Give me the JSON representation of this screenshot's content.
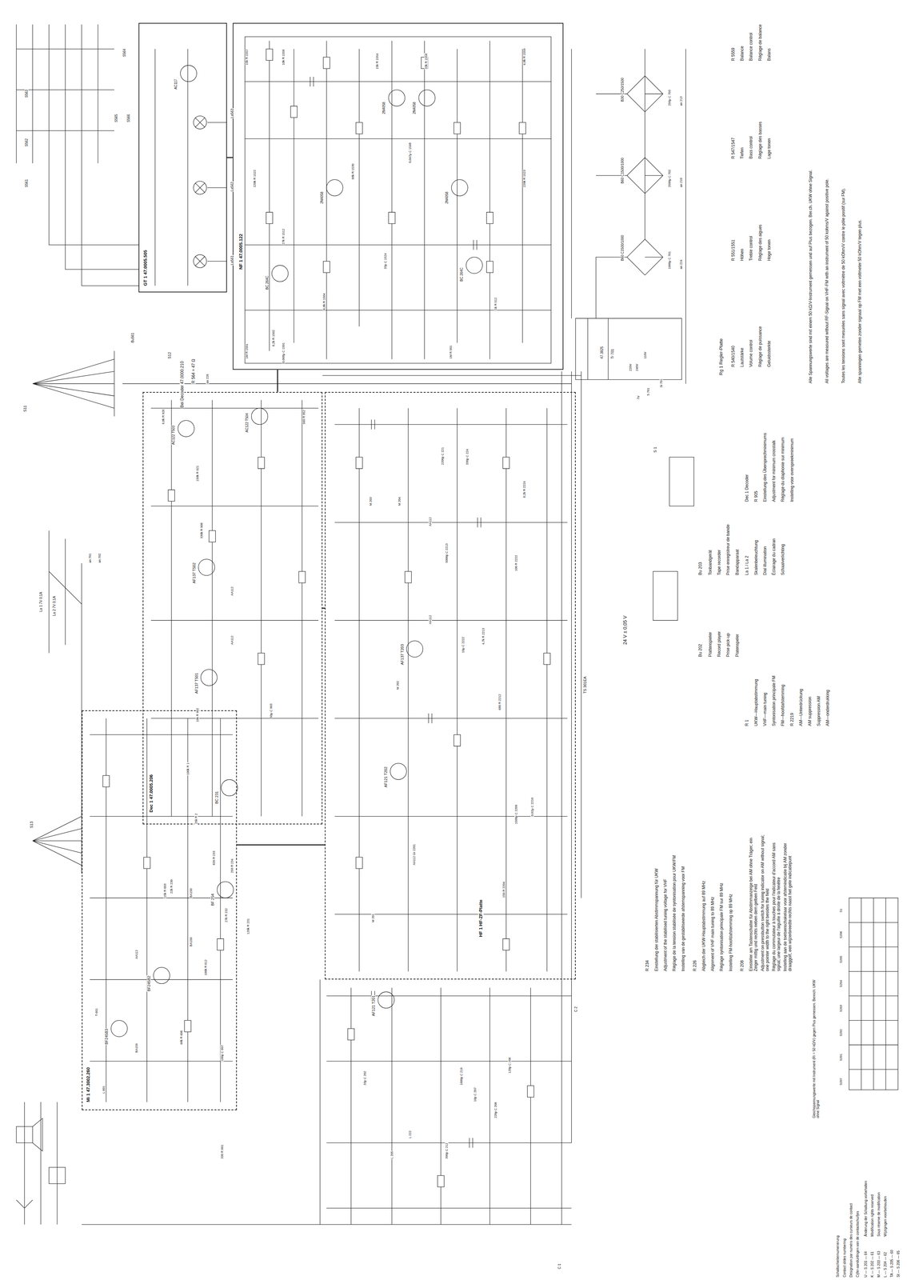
{
  "diagram": {
    "nodes": [
      {
        "text": [
          "NF 1 47.0005.122"
        ]
      },
      {
        "text": [
          "GT 1 47.0005.505"
        ]
      },
      {
        "text": [
          "Dec 1 47.0005.206"
        ]
      },
      {
        "text": [
          "HF 1 HF-ZF-Platte"
        ]
      },
      {
        "text": [
          "Mi 1 47.3002.260"
        ]
      }
    ],
    "edges": [
      {
        "from": 2,
        "to": 0,
        "arrow": "none"
      },
      {
        "from": 3,
        "to": 2,
        "arrow": "none"
      },
      {
        "from": 4,
        "to": 3,
        "arrow": "none"
      },
      {
        "from": 1,
        "to": 0,
        "arrow": "none"
      }
    ],
    "labels": [
      "S561",
      "S562",
      "S563",
      "S564",
      "S565",
      "S566",
      "AC117",
      "La561",
      "La562",
      "La563",
      "Bu561",
      "S12",
      "Bei Decoder 47.0000.210",
      "R 564 = 47 Ω",
      "S11",
      "an 226",
      "La 1 7V 0,1A",
      "La 2 7V 0,1A",
      "an 701",
      "an 702",
      "S13",
      "AC122 T503",
      "AC122 T504",
      "6,8k R 926",
      "150k R 921",
      "330k R 908",
      "AF137 T502",
      "AF137 T501",
      "AA112",
      "AA112",
      "10k R 902",
      "50μ C 903",
      "560 R 952",
      "BC 231",
      "22k R 230",
      "25k R 2",
      "100k R 1",
      "820 R 233",
      "250 R 234",
      "27k R 232",
      "120k R 231",
      "BF 254",
      "BF245B3",
      "T 601",
      "BF245B2",
      "AA112",
      "BA150",
      "BA150",
      "BA159",
      "L 601",
      "15k R 603",
      "100k R 612",
      "68k R 606",
      "100p C 607",
      "330 R 601",
      "AF121 T202",
      "AF137 T203",
      "AA112",
      "AA112",
      "AA112 Gr 2201",
      "M 201",
      "M 202",
      "M 203",
      "M 204",
      "2200p C 221",
      "330p C 224",
      "1500p C 2209",
      "0,02μ C 2210",
      "680 R 2212",
      "150 R 2204",
      "4,7k R 2213",
      "10μ C 2222",
      "5000p C 2213",
      "100 R 2222",
      "8,2k R 2224",
      "TS 301EA",
      "24 V ± 0,05 V",
      "AF121 T201",
      "L 222",
      "L 205",
      "C 1",
      "C 2",
      "390p C 212",
      "1000p C 219",
      "33p C 202",
      "220p C 208",
      "10p C 207",
      "120p C 206",
      "2N4058",
      "2N4058",
      "2N4058",
      "2N4058",
      "BC 264C",
      "BC 264C",
      "1M R 1501",
      "1M R 501",
      "8,2k R 1502",
      "0,068μ C 1501",
      "15k R 1557",
      "10k R 1556",
      "220k R 1522",
      "68k R 1530",
      "15k R 1554",
      "33k R 1558",
      "6,8k R 1559",
      "220k R 1523",
      "27k R 1512",
      "1k R 512",
      "6,8k R 1504",
      "33p C 1524",
      "0,047μ C 1548",
      "B60 C1500/1000",
      "B60 C1500/1000",
      "B30 C250/1500",
      "47.3825",
      "Tr 701",
      "220V",
      "240V",
      "110V",
      "7V",
      "S 701",
      "Si 701",
      "S 1",
      "an 224",
      "an 210",
      "an 213",
      "1000μ C 701",
      "2500μ C 702",
      "250μ C 703",
      "Rg 1 Regler-Platte",
      "R 540/1540",
      "Lautstärke",
      "Volume control",
      "Réglage de puissance",
      "Geluidssterkte",
      "R 551/1551",
      "Höhen",
      "Treble control",
      "Réglage des aigues",
      "Hoge tonen",
      "R 547/1547",
      "Tiefen",
      "Bass control",
      "Réglage des basses",
      "Lage tonen",
      "R 5559",
      "Balance",
      "Balance control",
      "Réglage de balance",
      "Balans",
      "Alle Spannungswerte sind mit einem 50 kΩ/V-Instrument gemessen und auf Plus bezogen. Ber.ch. UKW ohne Signal.",
      "All voltages are measured without RF-Signal on VHF-FM with an instrument of 50 kohms/V against positive pole.",
      "Toutes les tensions sont mesurées sans signal avec voltmètre de 50 kOhm/V contre le pôle positif (sur FM).",
      "Alle spanningen gemeten zonder signaal op FM met een voltmeter 50 kOhm/V tegen plus.",
      "Bu 203",
      "Tonbandgerät",
      "Tape recorder",
      "Prise enregistreur de bande",
      "Bandapparaat",
      "Bu 202",
      "Plattenspieler",
      "Record player",
      "Prise pick-up",
      "Platenspeler",
      "La 1 / La 2",
      "Skalenbeleuchtung",
      "Dial illumination",
      "Éclairage du cadran",
      "Schaalverlichting",
      "Dec 1 Decoder",
      "R 905",
      "Einstellung des Übersprechminimums",
      "Adjustment for minimum crosstalk",
      "Réglage du diaphonie sur minimum",
      "Instelling voor overspreekminimum",
      "R 1",
      "UKW—Hauptabstimmung",
      "VHF—main tuning",
      "Syntonisation principale FM",
      "FM—hoofdafstemming",
      "R 2219",
      "AM—Unterdrückung",
      "AM suppression",
      "Suppression AM",
      "AM—onderdrukking",
      "R 234",
      "Einstellung der stabilisierten Abstimmspannung für UKW",
      "Adjustment of the stabilised tuning voltage for VHF",
      "Réglage de la tension stabilisée de syntonisation pour UKW/FM",
      "Instelling van de gestabiliseerde afstemspanning voor FM",
      "R 226",
      "Abgleich der UKW-Hauptabstimmung auf 89 MHz",
      "Alignment of VHF main tuning to 89 MHz",
      "Réglage syntonisation principale FM sur 89 MHz",
      "Instelling FM-hoofdafstemming op 89 MHz",
      "R 208",
      "Einsteller am Tastenschalter für Abstimmanzeige bei AM ohne Träger; ein Zeiger mittig und rechts neben dem gelben Feld",
      "Adjustment on pressbutton switch for tuning indicator on AM without signal; one pointer width to the right besides the field",
      "Réglage du commutateur à touches pour l'indicateur d'accord AM sans signal; une largeur de l'aiguille à droite de la fenêtre",
      "Instelling aan de toetsenschakelaar voor afstemindicatie bij AM zonder draaggolf, een wijzerbreedte rechts naast het gele indicatiepunt",
      "Gleichspannungswerte mit Instrument (Ri = 50 kΩ/V) gegen Plus gemessen. Bereich: UKW ohne Signal",
      "Schaltschiebernumerierung",
      "Contact slides numbering",
      "Désignation par numéro des curseurs de contact",
      "Cijfer-aanduidingen van de contactschuifjes",
      "U — S 201 — 64",
      "K — S 202 — 61",
      "M — S 203 — 63",
      "L — S 204 — 62",
      "TA — S 205 — 60",
      "St — S 206 — 65",
      "Änderung der Schaltung vorbehalten",
      "Modification rights reserved",
      "Sous réserve de modification",
      "Wijzigingen voorbehouden",
      "S207",
      "S201",
      "S202",
      "S203",
      "S204",
      "S205",
      "S206",
      "S1"
    ]
  }
}
